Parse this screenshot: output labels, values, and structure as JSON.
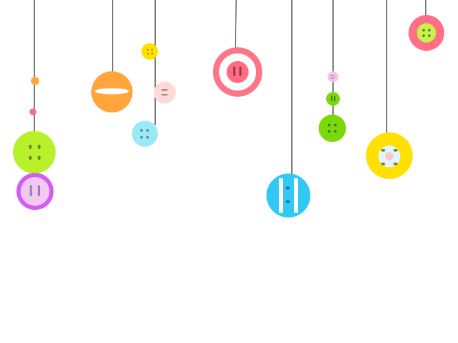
{
  "scene": {
    "background": "#ffffff",
    "string_color": "#222222",
    "palette": {
      "lime": "#b8f02a",
      "violet": "#d55cf0",
      "lilac": "#f2c8f5",
      "orange": "#ffa53b",
      "yellow": "#ffe000",
      "sky": "#9ae9f6",
      "peach": "#ffd9d6",
      "rose": "#ff7588",
      "blue": "#31c8f3",
      "green": "#7bd80a",
      "pale_pink": "#f7c8e6"
    },
    "strands": [
      {
        "name": "strand-1",
        "buttons": [
          "tiny-orange-bead",
          "tiny-pink-bead",
          "lime-four-hole-button",
          "violet-two-hole-button"
        ]
      },
      {
        "name": "strand-2",
        "buttons": [
          "orange-slot-button"
        ]
      },
      {
        "name": "strand-3",
        "buttons": [
          "yellow-small-button",
          "peach-button",
          "sky-button"
        ]
      },
      {
        "name": "strand-4",
        "buttons": [
          "rose-ring-button"
        ]
      },
      {
        "name": "strand-5",
        "buttons": [
          "blue-bar-button"
        ]
      },
      {
        "name": "strand-6",
        "buttons": [
          "pale-pink-bead",
          "green-small-button",
          "green-four-hole-button"
        ]
      },
      {
        "name": "strand-7",
        "buttons": [
          "yellow-flower-button"
        ]
      },
      {
        "name": "strand-8",
        "buttons": [
          "rose-lime-button"
        ]
      }
    ]
  }
}
